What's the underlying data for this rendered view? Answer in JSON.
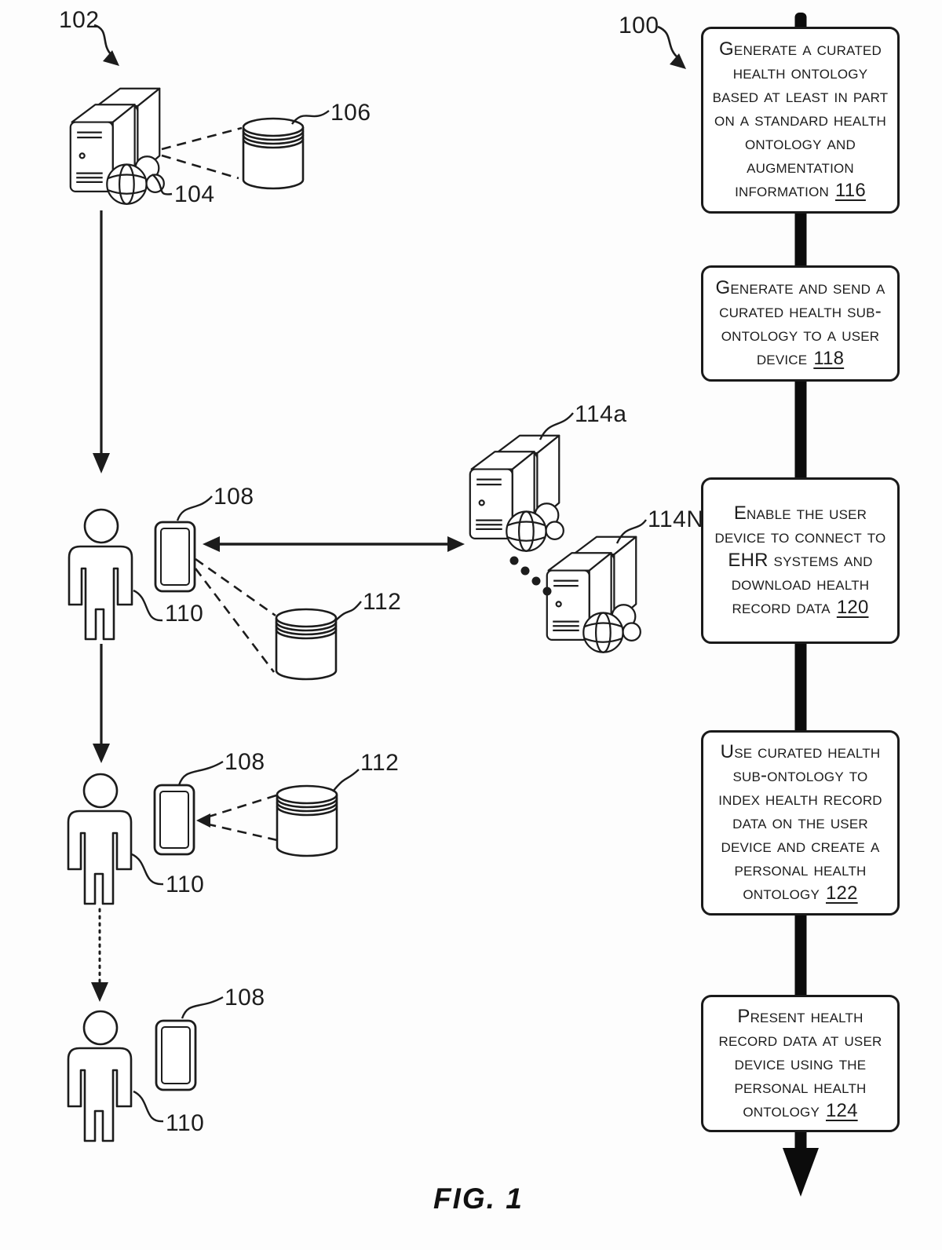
{
  "figure": {
    "caption": "FIG. 1"
  },
  "refs": {
    "system": "102",
    "process": "100",
    "ontology_server": "104",
    "standard_ontology_db": "106",
    "user_device": "108",
    "user": "110",
    "local_db": "112",
    "ehr_first": "114a",
    "ehr_last": "114N"
  },
  "flowchart": {
    "steps": [
      {
        "text": "Generate a curated\nhealth ontology\nbased at least in part\non a standard health\nontology and\naugmentation\ninformation",
        "ref": "116"
      },
      {
        "text": "Generate and send a\ncurated health sub-\nontology to a user\ndevice",
        "ref": "118"
      },
      {
        "text": "Enable the user\ndevice to connect to\nEHR systems and\ndownload health\nrecord data",
        "ref": "120"
      },
      {
        "text": "Use curated health\nsub-ontology to\nindex health record\ndata on the user\ndevice and create a\npersonal health\nontology",
        "ref": "122"
      },
      {
        "text": "Present health\nrecord data at user\ndevice using the\npersonal health\nontology",
        "ref": "124"
      }
    ]
  }
}
